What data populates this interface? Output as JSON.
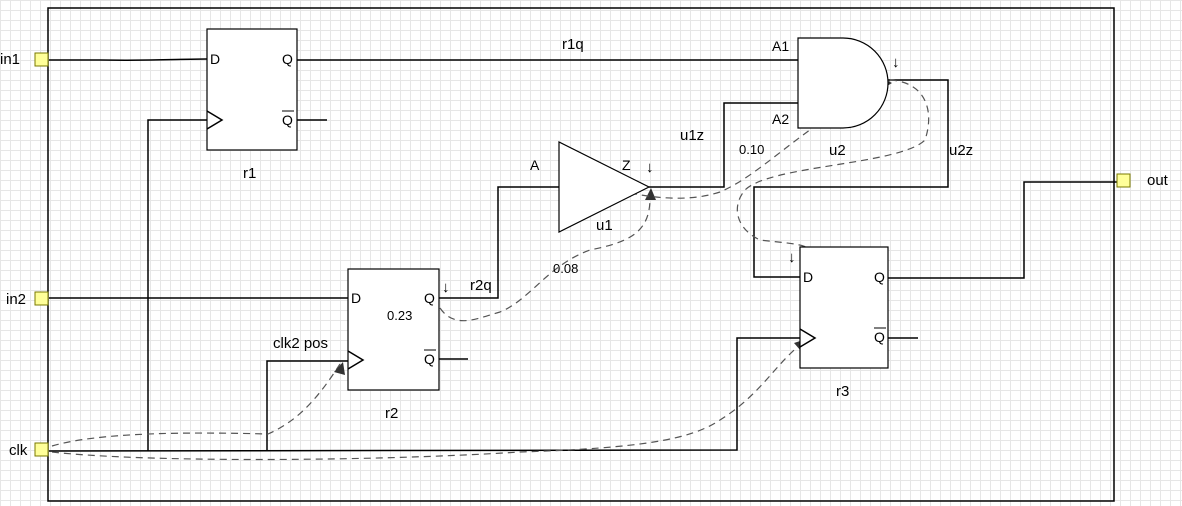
{
  "ports": {
    "in1": "in1",
    "in2": "in2",
    "clk": "clk",
    "out": "out"
  },
  "cells": {
    "r1": {
      "name": "r1",
      "d": "D",
      "q": "Q",
      "qn": "Q"
    },
    "r2": {
      "name": "r2",
      "d": "D",
      "q": "Q",
      "qn": "Q"
    },
    "r3": {
      "name": "r3",
      "d": "D",
      "q": "Q",
      "qn": "Q"
    },
    "u1": {
      "name": "u1",
      "a": "A",
      "z": "Z"
    },
    "u2": {
      "name": "u2",
      "a1": "A1",
      "a2": "A2"
    }
  },
  "nets": {
    "r1q": "r1q",
    "r2q": "r2q",
    "u1z": "u1z",
    "u2z": "u2z",
    "clk2": "clk2 pos"
  },
  "delays": {
    "d1": "0.23",
    "d2": "0.08",
    "d3": "0.10"
  },
  "markers": {
    "down_arrow": "↓"
  },
  "colors": {
    "port_fill": "#ffff99",
    "wire": "#000000",
    "timing_path": "#555555",
    "grid": "#e6e6e6"
  }
}
